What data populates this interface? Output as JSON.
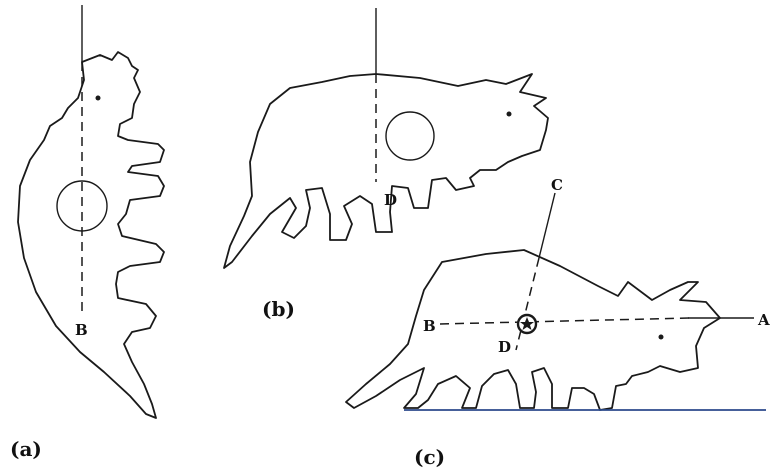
{
  "panels": {
    "a": {
      "label": "(a)",
      "points": {
        "b": "B"
      }
    },
    "b": {
      "label": "(b)",
      "points": {
        "d": "D"
      }
    },
    "c": {
      "label": "(c)",
      "points": {
        "a": "A",
        "b": "B",
        "c": "C",
        "d": "D"
      }
    }
  },
  "colors": {
    "ink": "#1a1a1a",
    "ground_line": "#2b4a8c",
    "background": "#ffffff"
  }
}
